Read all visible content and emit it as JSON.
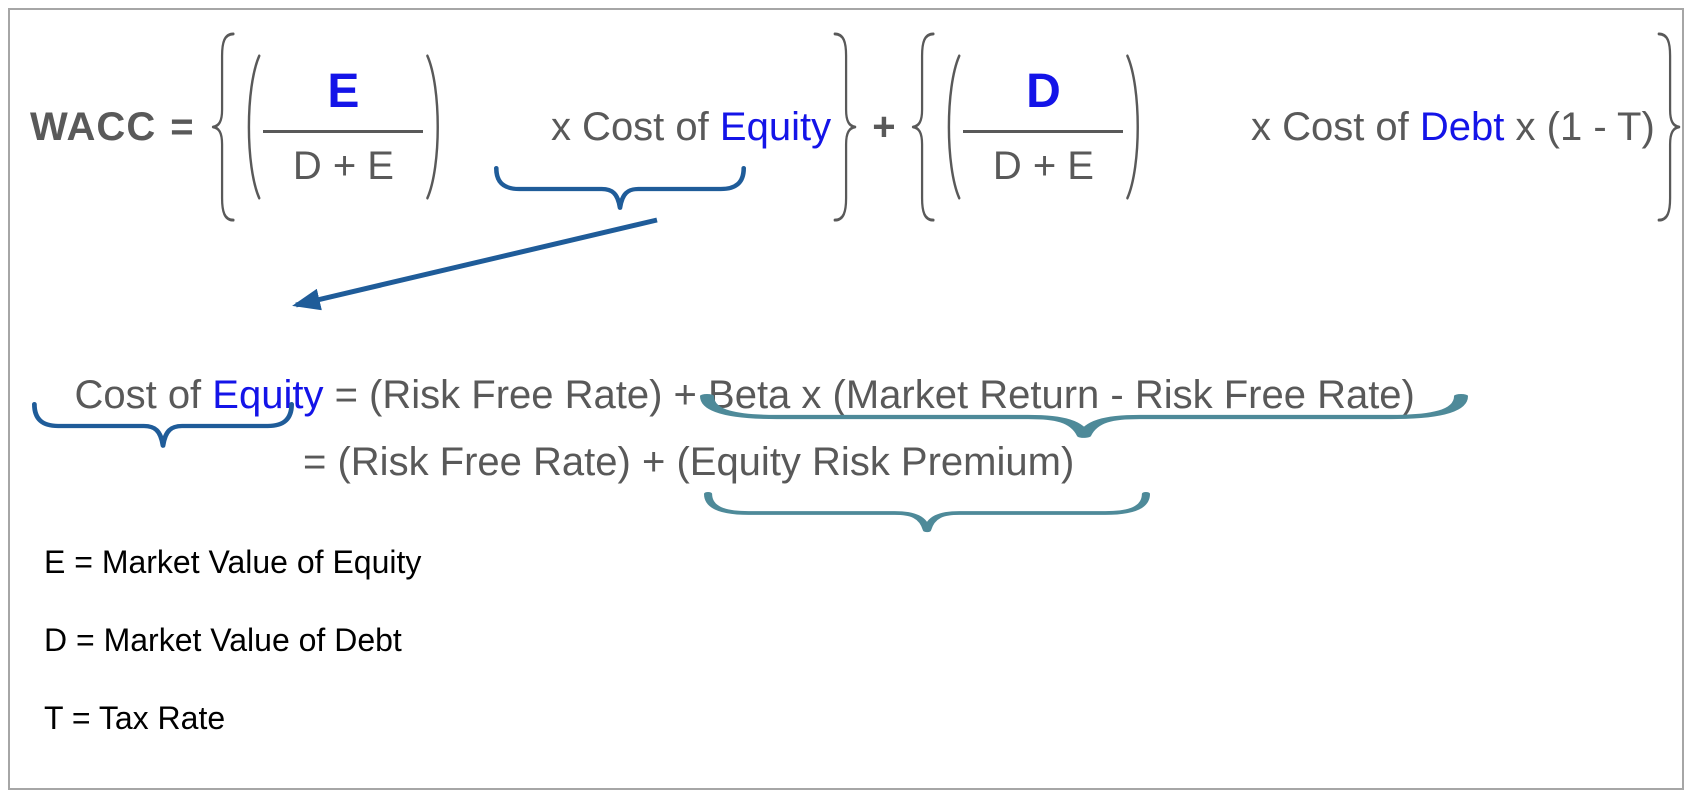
{
  "colors": {
    "text_gray": "#595959",
    "highlight_blue": "#1414E8",
    "annotation_blue": "#1F5C99",
    "annotation_teal": "#4E8A99",
    "legend_black": "#000000",
    "border_gray": "#A6A6A6",
    "background": "#FFFFFF"
  },
  "formula": {
    "lhs": "WACC",
    "equals": "=",
    "plus": "+",
    "term1": {
      "numerator": "E",
      "denominator": "D + E",
      "multiplier_prefix": "x Cost of ",
      "multiplier_highlight": "Equity"
    },
    "term2": {
      "numerator": "D",
      "denominator": "D + E",
      "multiplier_prefix": "x Cost of ",
      "multiplier_highlight": "Debt",
      "multiplier_suffix": " x (1 - T)"
    }
  },
  "capm": {
    "lhs_prefix": "Cost of ",
    "lhs_highlight": "Equity",
    "line1_rhs": " = (Risk Free Rate) + Beta x (Market Return - Risk Free Rate)",
    "line2": "= (Risk Free Rate) + (Equity Risk Premium)"
  },
  "legend": {
    "items": [
      "E = Market Value of Equity",
      "D = Market Value of Debt",
      "T = Tax Rate"
    ]
  }
}
